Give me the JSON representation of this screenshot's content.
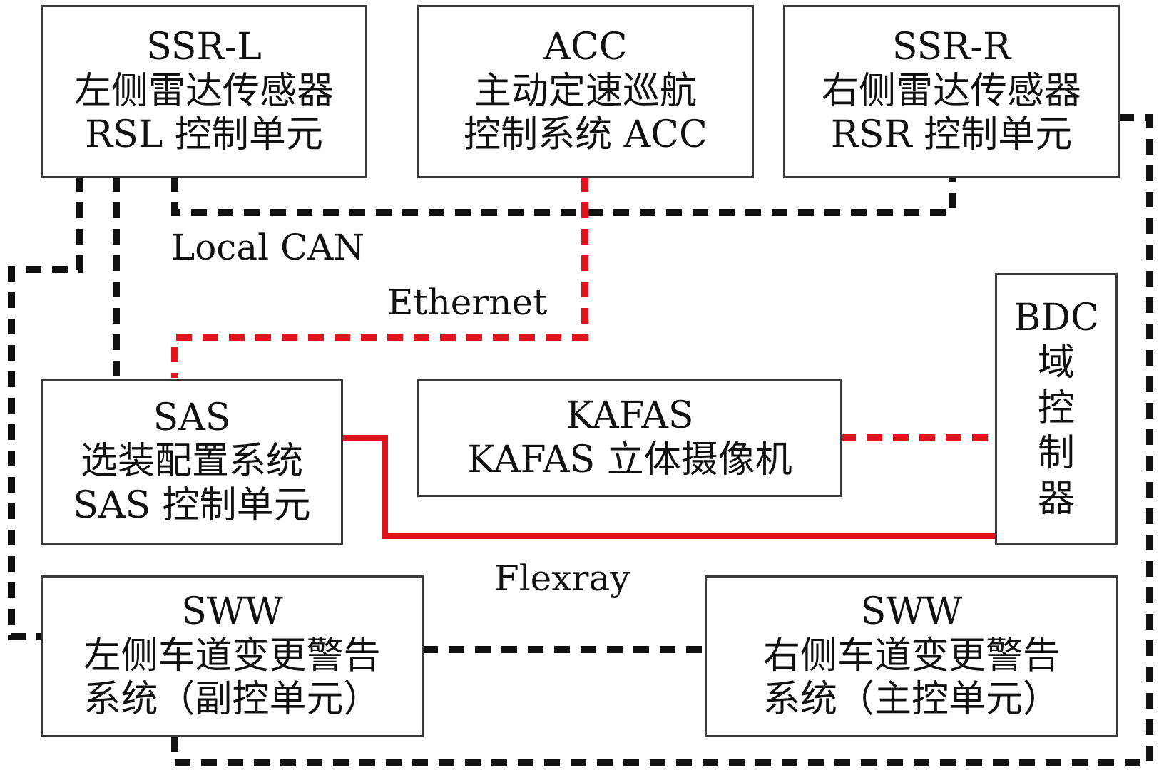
{
  "colors": {
    "local_can": "#111111",
    "ethernet": "#e0141e",
    "flexray": "#e0141e",
    "border": "#3a3a3a"
  },
  "nodes": {
    "ssr_l": {
      "lines": [
        "SSR-L",
        "左侧雷达传感器",
        "RSL  控制单元"
      ]
    },
    "acc": {
      "lines": [
        "ACC",
        "主动定速巡航",
        "控制系统 ACC"
      ]
    },
    "ssr_r": {
      "lines": [
        "SSR-R",
        "右侧雷达传感器",
        "RSR  控制单元"
      ]
    },
    "sas": {
      "lines": [
        "SAS",
        "选装配置系统",
        "SAS 控制单元"
      ]
    },
    "kafas": {
      "lines": [
        "KAFAS",
        "KAFAS  立体摄像机"
      ]
    },
    "bdc": {
      "lines": [
        "BDC",
        "域",
        "控",
        "制",
        "器"
      ]
    },
    "sww_l": {
      "lines": [
        "SWW",
        "左侧车道变更警告",
        "系统（副控单元）"
      ]
    },
    "sww_r": {
      "lines": [
        "SWW",
        "右侧车道变更警告",
        "系统（主控单元）"
      ]
    }
  },
  "buses": {
    "local_can": "Local CAN",
    "ethernet": "Ethernet",
    "flexray": "Flexray"
  }
}
